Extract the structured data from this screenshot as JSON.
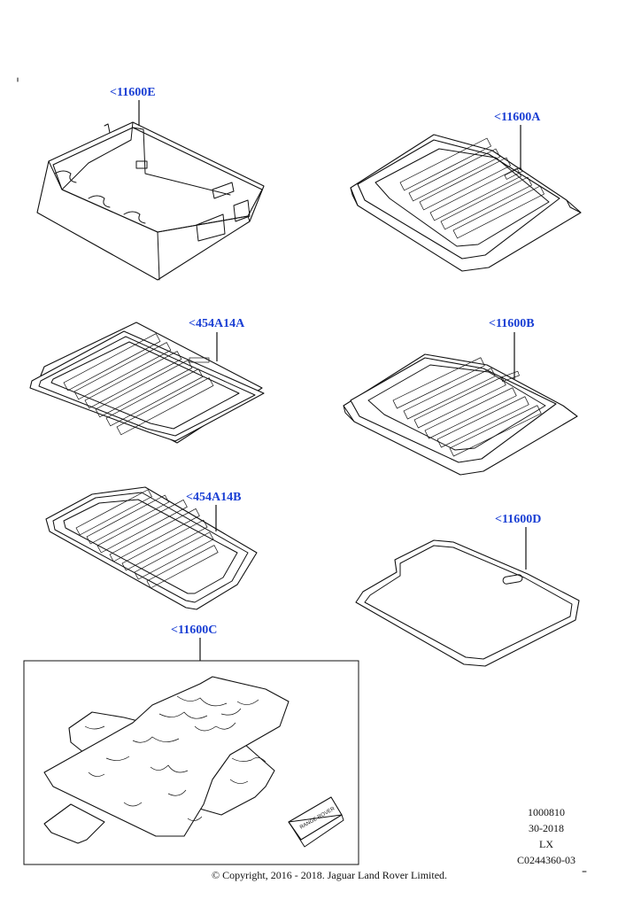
{
  "diagram": {
    "parts": [
      {
        "id": "11600E",
        "label": "<11600E"
      },
      {
        "id": "11600A",
        "label": "<11600A"
      },
      {
        "id": "454A14A",
        "label": "<454A14A"
      },
      {
        "id": "11600B",
        "label": "<11600B"
      },
      {
        "id": "454A14B",
        "label": "<454A14B"
      },
      {
        "id": "11600D",
        "label": "<11600D"
      },
      {
        "id": "11600C",
        "label": "<11600C"
      }
    ],
    "tag_text": "RANGE ROVER"
  },
  "reference": {
    "line1": "1000810",
    "line2": "30-2018",
    "line3": "LX",
    "line4": "C0244360-03"
  },
  "footer": {
    "copyright": "© Copyright, 2016 - 2018. Jaguar Land Rover Limited."
  }
}
